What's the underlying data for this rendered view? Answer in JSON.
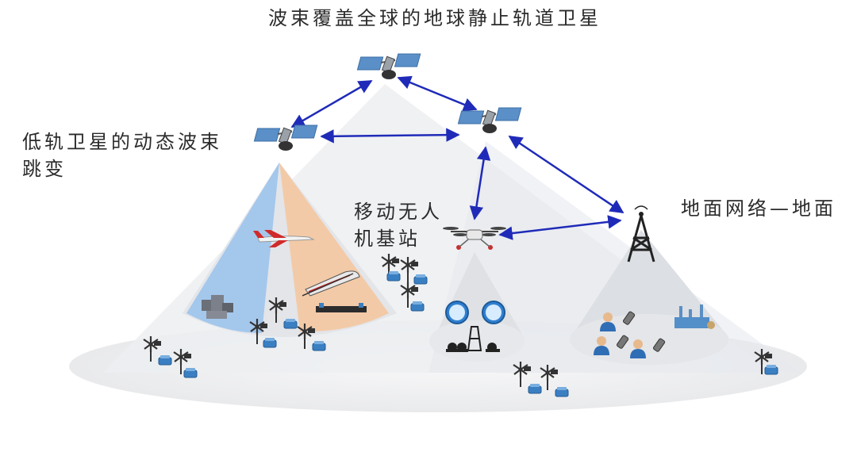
{
  "labels": {
    "geo_satellite": "波束覆盖全球的地球静止轨道卫星",
    "leo_beam_line1": "低轨卫星的动态波束",
    "leo_beam_line2": "跳变",
    "uav_line1": "移动无人",
    "uav_line2": "机基站",
    "ground_network": "地面网络—地面"
  },
  "colors": {
    "link_arrow": "#1f2bb8",
    "coverage_cone": "#e6e8ec",
    "ground_ellipse": "#f0f1f3",
    "leo_blue_beam": "#9cc3ec",
    "leo_orange_beam": "#f4c7a0",
    "satellite_panel": "#5a8fc8",
    "aircraft_red": "#d02a2a",
    "sensor_blue": "#3a7fc2",
    "tower_dark": "#222222"
  },
  "icons": [
    "satellite-icon",
    "aircraft-icon",
    "high-speed-train-icon",
    "buildings-icon",
    "wind-turbine-icon",
    "sensor-device-icon",
    "drone-icon",
    "signal-tower-icon",
    "meter-dial-icon",
    "mining-icon",
    "user-icon",
    "mobile-phone-icon",
    "factory-icon"
  ]
}
